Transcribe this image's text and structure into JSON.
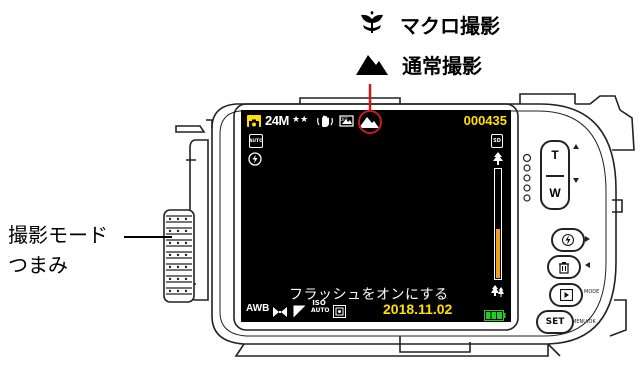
{
  "callouts": {
    "macro_label": "マクロ撮影",
    "normal_label": "通常撮影"
  },
  "left_label": {
    "line1": "撮影モード",
    "line2": "つまみ"
  },
  "screen": {
    "resolution": "24M",
    "quality": "★★",
    "shot_count": "000435",
    "auto_badge": "AUTO",
    "sd_badge": "SD",
    "wb": "AWB",
    "iso_top": "ISO",
    "iso_bottom": "AUTO",
    "flash_message": "フラッシュをオンにする",
    "date": "2018.11.02",
    "zoom_level": 0.45
  },
  "buttons": {
    "zoom_tele": "T",
    "zoom_wide": "W",
    "set_label": "SET",
    "mode_label": "MODE",
    "menu_ok_label": "MENU/OK"
  },
  "colors": {
    "osd_yellow": "#ffe000",
    "zoom_fill": "#f0a020",
    "battery_green": "#22cc22",
    "pointer_red": "#d01818"
  }
}
